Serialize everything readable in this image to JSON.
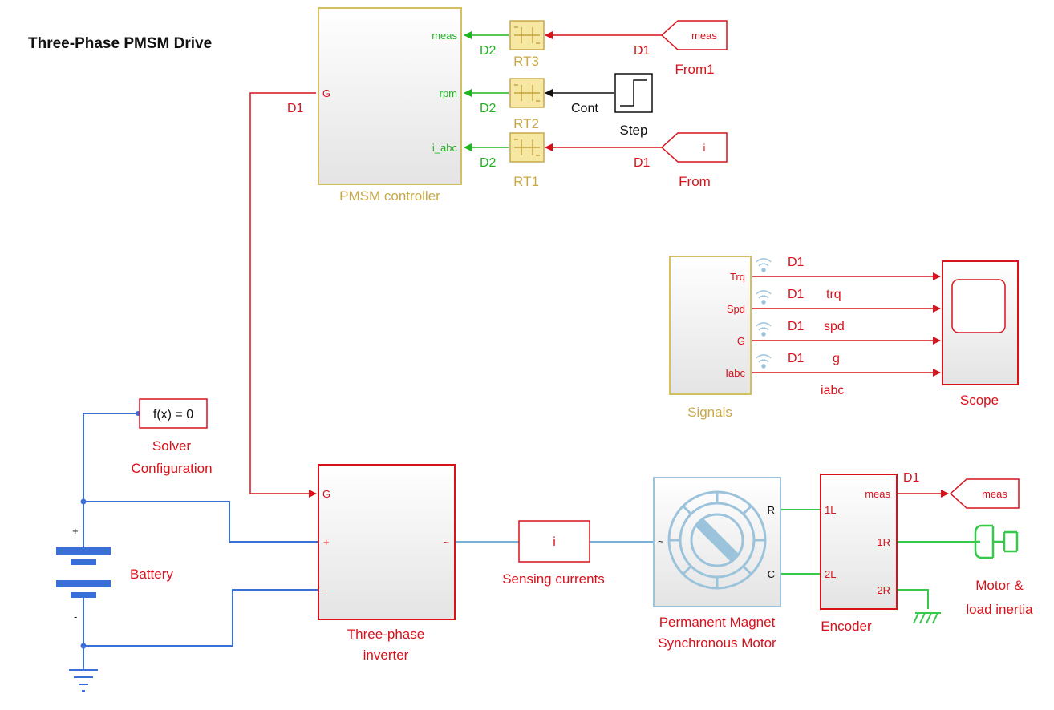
{
  "title": "Three-Phase PMSM Drive",
  "colors": {
    "signal_red": "#d9111b",
    "signal_green": "#1fb51f",
    "signal_black": "#111111",
    "physical_blue": "#3a6fd8",
    "electrical_lightblue": "#7ab0d8",
    "controller_gold": "#c8a94a",
    "motor_blue": "#9cc3dc"
  },
  "blocks": {
    "pmsm_controller": {
      "label": "PMSM controller",
      "ports": {
        "meas": "meas",
        "rpm": "rpm",
        "i_abc": "i_abc",
        "g": "G"
      }
    },
    "rt3": {
      "label": "RT3"
    },
    "rt2": {
      "label": "RT2"
    },
    "rt1": {
      "label": "RT1"
    },
    "from1": {
      "tag": "meas",
      "label": "From1"
    },
    "step": {
      "label": "Step"
    },
    "from": {
      "tag": "i",
      "label": "From"
    },
    "signals": {
      "label": "Signals",
      "ports": [
        "Trq",
        "Spd",
        "G",
        "Iabc"
      ]
    },
    "scope": {
      "label": "Scope"
    },
    "solver": {
      "text": "f(x) = 0",
      "label_line1": "Solver",
      "label_line2": "Configuration"
    },
    "battery": {
      "label": "Battery",
      "plus": "+",
      "minus": "-"
    },
    "inverter": {
      "label_line1": "Three-phase",
      "label_line2": "inverter",
      "ports": {
        "g": "G",
        "plus": "+",
        "minus": "-",
        "ac": "~"
      }
    },
    "sensing": {
      "text": "i",
      "label": "Sensing currents"
    },
    "pmsm": {
      "label_line1": "Permanent Magnet",
      "label_line2": "Synchronous Motor",
      "ports": {
        "ac": "~",
        "r": "R",
        "c": "C"
      }
    },
    "encoder": {
      "label": "Encoder",
      "ports": [
        "meas",
        "1L",
        "1R",
        "2L",
        "2R"
      ]
    },
    "goto_meas": {
      "tag": "meas"
    },
    "inertia": {
      "label_line1": "Motor &",
      "label_line2": "load inertia"
    }
  },
  "signal_labels": {
    "d1": "D1",
    "d2": "D2",
    "cont": "Cont",
    "trq": "trq",
    "spd": "spd",
    "g": "g",
    "iabc": "iabc"
  }
}
